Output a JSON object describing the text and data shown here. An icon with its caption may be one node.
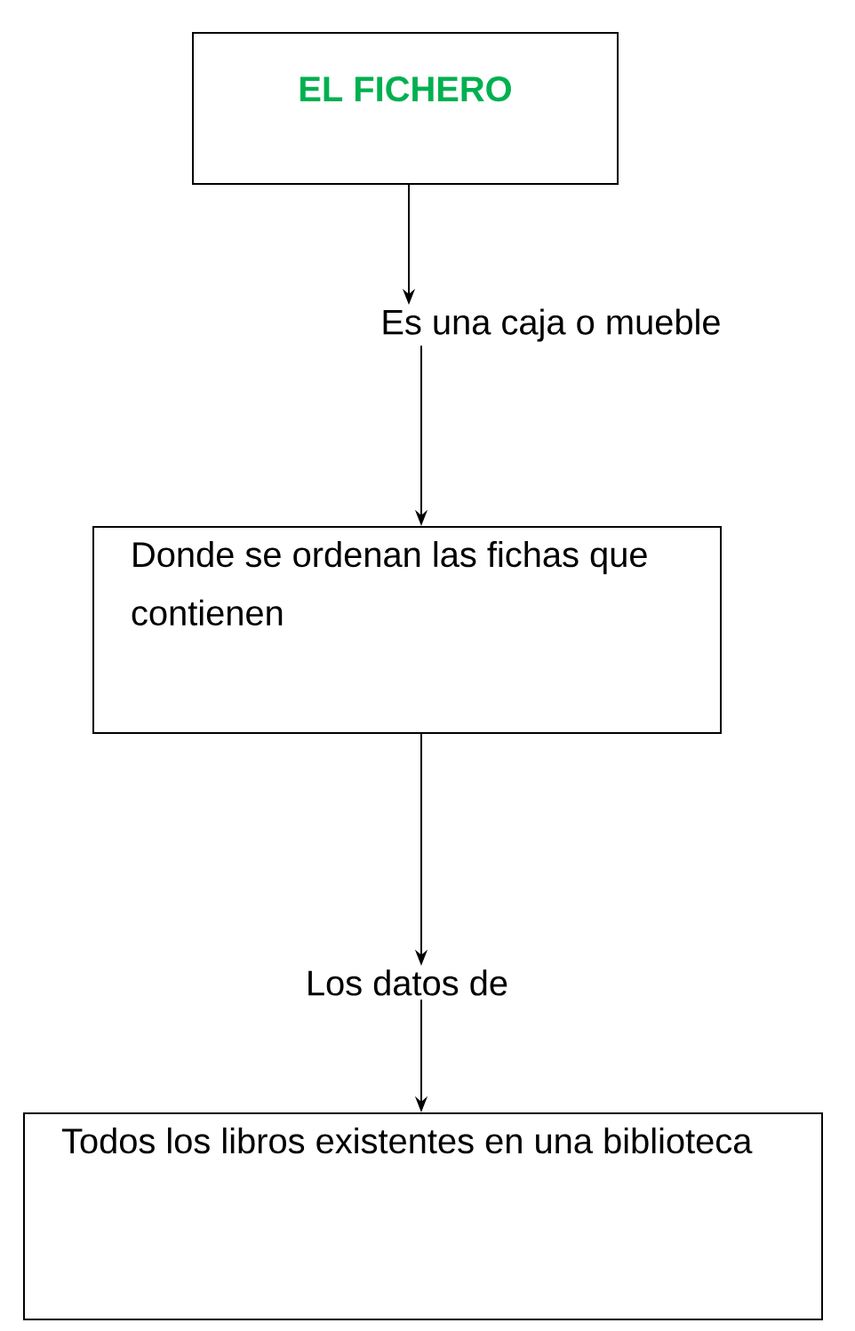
{
  "diagram": {
    "nodes": [
      {
        "text": [
          "EL FICHERO"
        ]
      },
      {
        "text": [
          "Es una caja o mueble"
        ]
      },
      {
        "text": [
          "Donde se ordenan las fichas que contienen"
        ]
      },
      {
        "text": [
          "Los datos de"
        ]
      },
      {
        "text": [
          "Todos los libros existentes en una biblioteca"
        ]
      }
    ],
    "edges": [
      {
        "from": 0,
        "to": 1,
        "arrow": "to"
      },
      {
        "from": 1,
        "to": 2,
        "arrow": "to"
      },
      {
        "from": 2,
        "to": 3,
        "arrow": "to"
      },
      {
        "from": 3,
        "to": 4,
        "arrow": "to"
      }
    ]
  }
}
